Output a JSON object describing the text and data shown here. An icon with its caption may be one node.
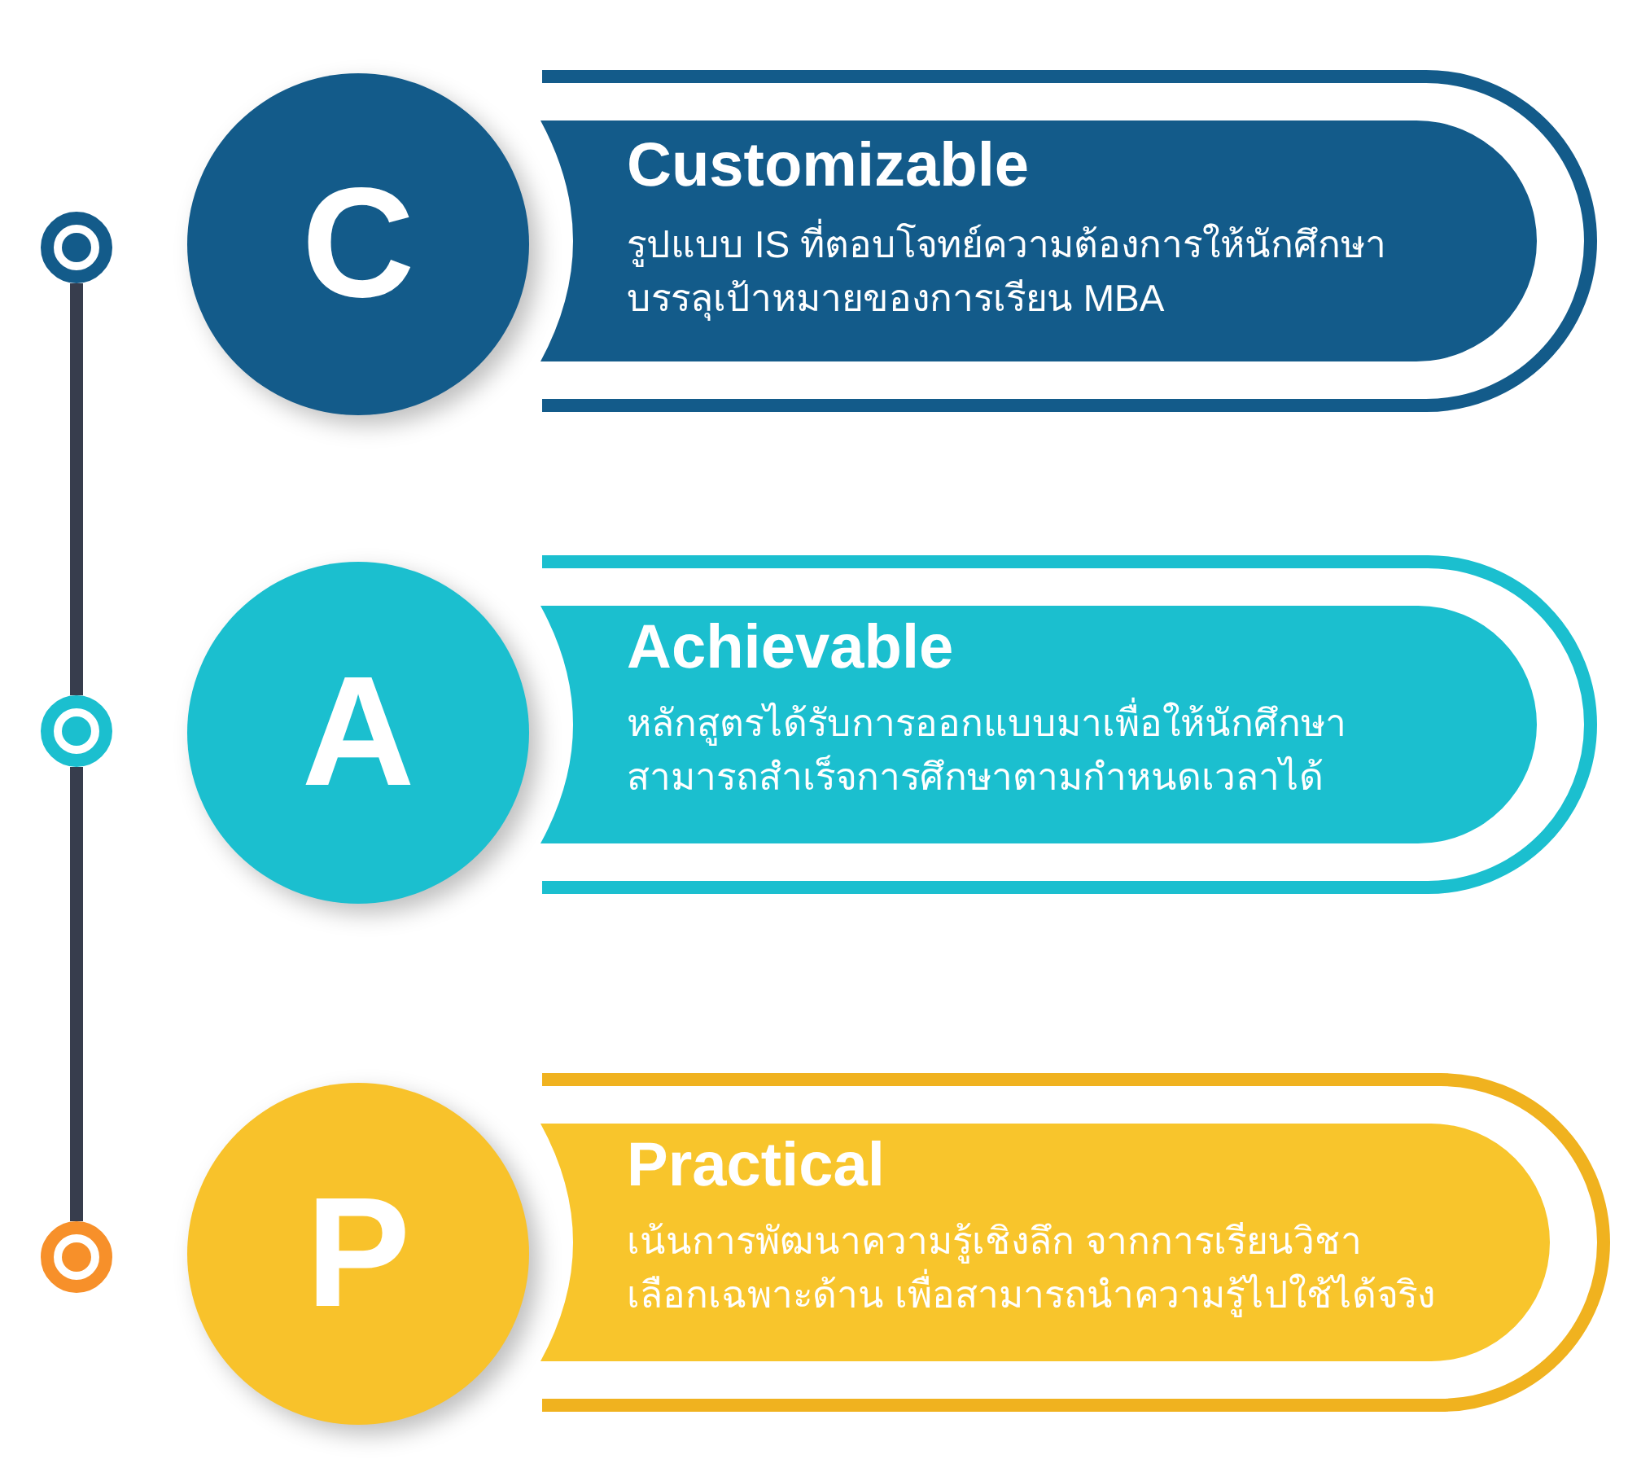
{
  "diagram": {
    "nodes": [
      {
        "text": [],
        "shape": "circle"
      },
      {
        "text": [
          "C"
        ]
      },
      {
        "text": [
          "Customizable",
          "รูปแบบ IS ที่ตอบโจทย์ความต้องการให้นักศึกษาบรรลุเป้าหมายของการเรียน MBA"
        ]
      },
      {
        "text": [],
        "shape": "circle"
      },
      {
        "text": [
          "A"
        ]
      },
      {
        "text": [
          "Achievable",
          "หลักสูตรได้รับการออกแบบมาเพื่อให้นักศึกษาสามารถสำเร็จการศึกษาตามกำหนดเวลาได้"
        ]
      },
      {
        "text": [],
        "shape": "circle"
      },
      {
        "text": [
          "P"
        ]
      },
      {
        "text": [
          "Practical",
          "เน้นการพัฒนาความรู้เชิงลึก จากการเรียนวิชาเลือกเฉพาะด้าน เพื่อสามารถนำความรู้ไปใช้ได้จริง"
        ]
      }
    ],
    "edges": [
      {
        "from": 0,
        "to": 3,
        "arrow": "none"
      },
      {
        "from": 3,
        "to": 6,
        "arrow": "none"
      }
    ]
  }
}
